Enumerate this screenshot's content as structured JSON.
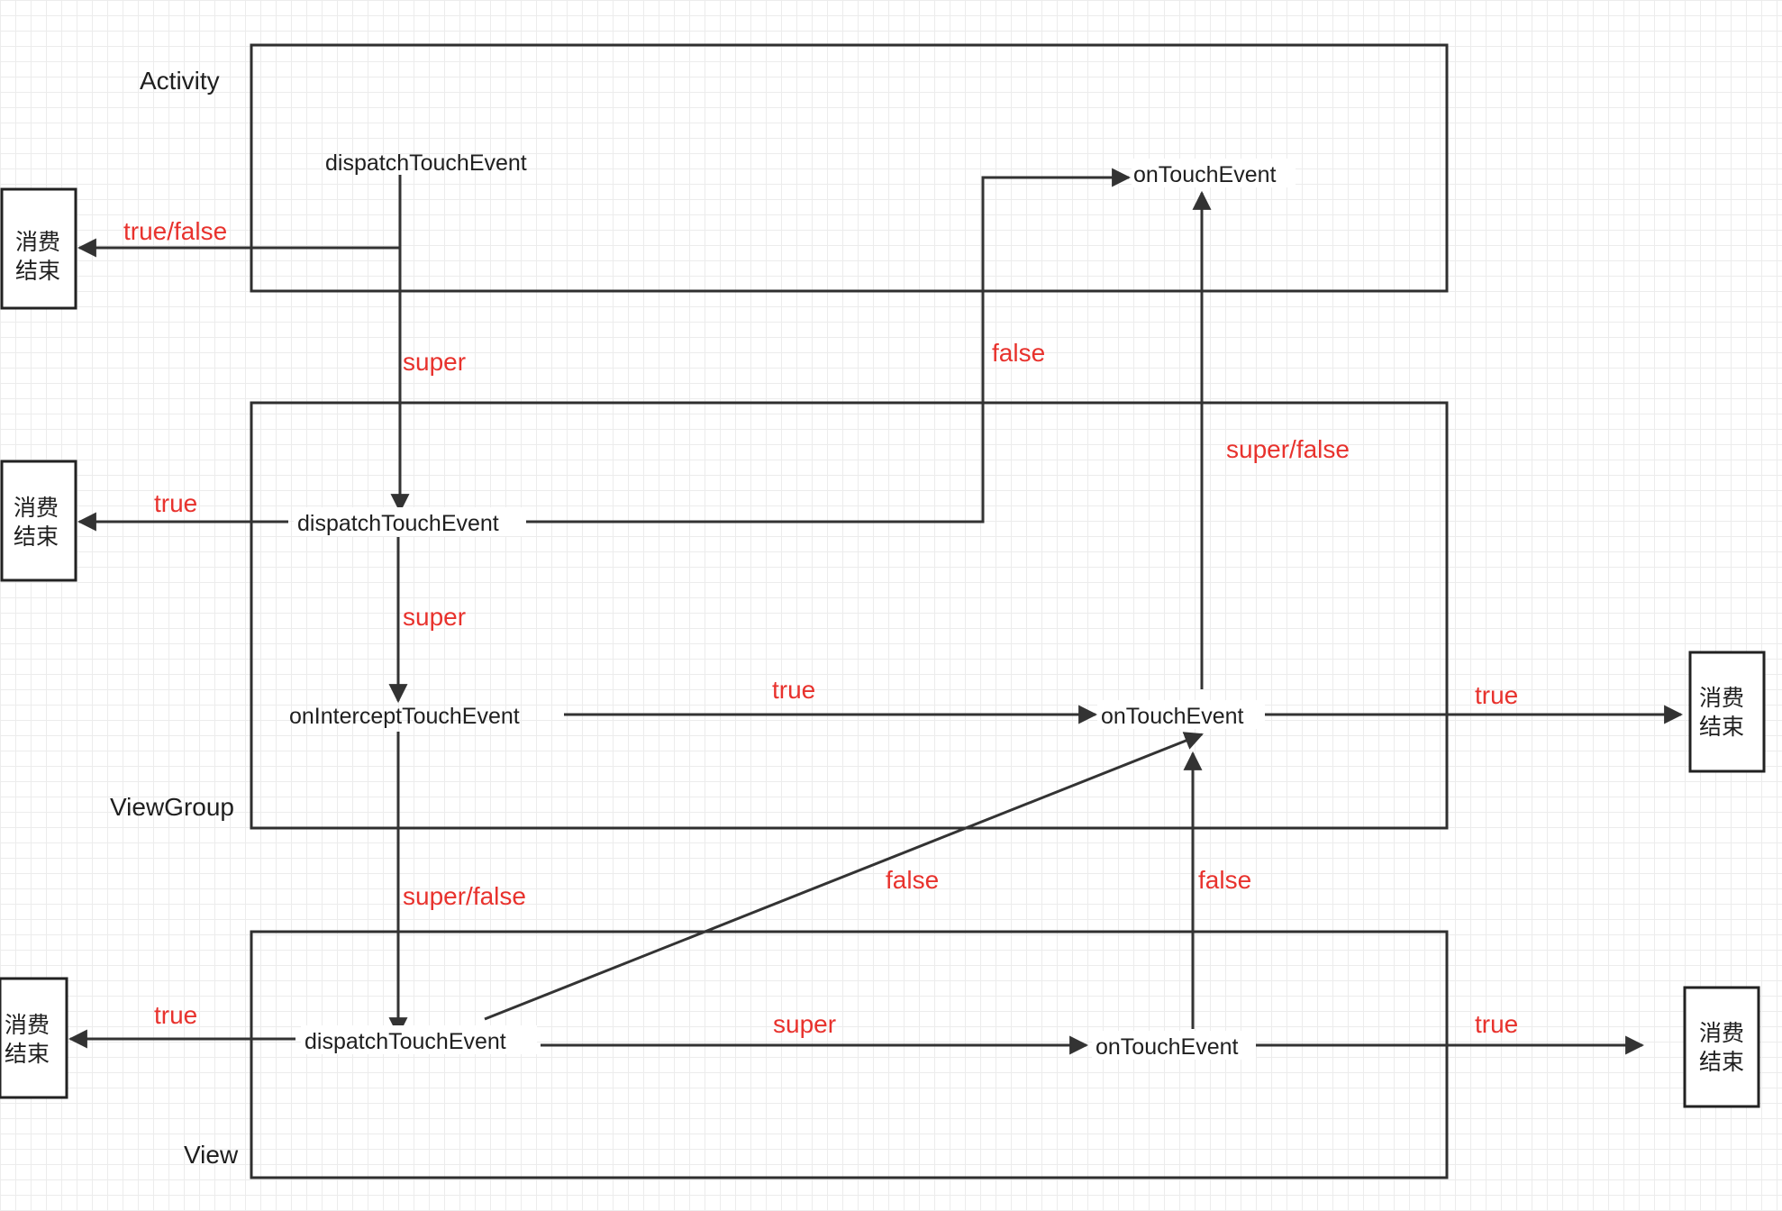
{
  "sections": {
    "activity": "Activity",
    "viewgroup": "ViewGroup",
    "view": "View"
  },
  "nodes": {
    "activity_dispatch": "dispatchTouchEvent",
    "activity_ontouch": "onTouchEvent",
    "viewgroup_dispatch": "dispatchTouchEvent",
    "viewgroup_intercept": "onInterceptTouchEvent",
    "viewgroup_ontouch": "onTouchEvent",
    "view_dispatch": "dispatchTouchEvent",
    "view_ontouch": "onTouchEvent"
  },
  "end_box": {
    "line1": "消费",
    "line2": "结束"
  },
  "edge_labels": {
    "activity_true_false": "true/false",
    "activity_super": "super",
    "viewgroup_dispatch_false": "false",
    "viewgroup_ontouch_super_false": "super/false",
    "viewgroup_dispatch_true": "true",
    "viewgroup_super": "super",
    "intercept_true": "true",
    "viewgroup_ontouch_true": "true",
    "intercept_super_false": "super/false",
    "view_dispatch_false": "false",
    "view_ontouch_false": "false",
    "view_dispatch_true": "true",
    "view_super": "super",
    "view_ontouch_true": "true"
  },
  "colors": {
    "condition_label": "#e8322d",
    "line": "#333333",
    "grid": "#ececec"
  }
}
